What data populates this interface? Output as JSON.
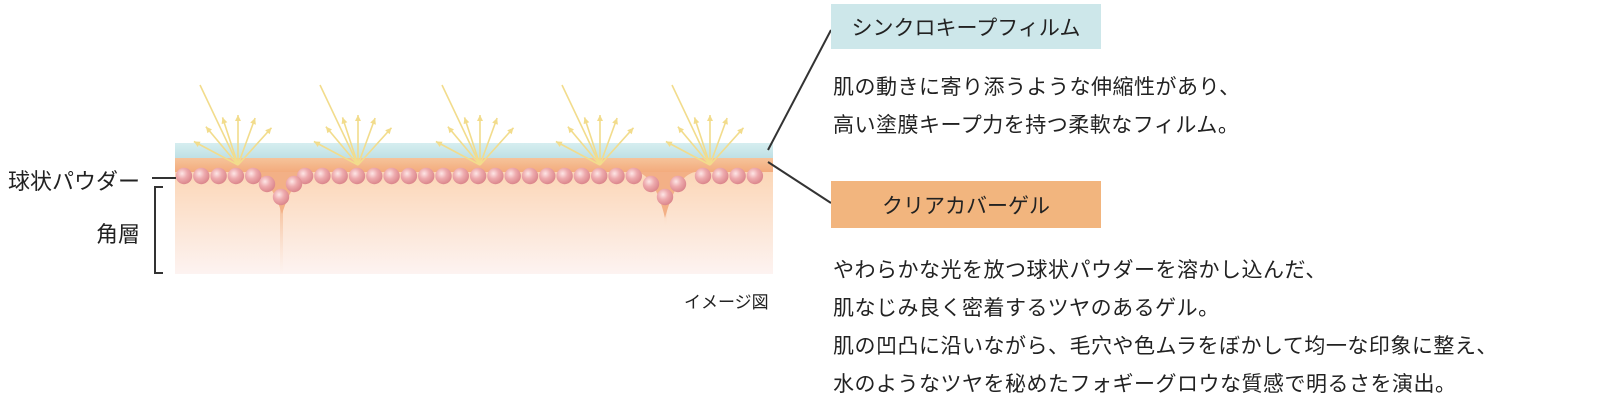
{
  "labels": {
    "powder": "球状パウダー",
    "horny_layer": "角層",
    "image_caption": "イメージ図"
  },
  "film": {
    "title": "シンクロキープフィルム",
    "box_color": "#cde7ea",
    "description": [
      "肌の動きに寄り添うような伸縮性があり、",
      "高い塗膜キープ力を持つ柔軟なフィルム。"
    ]
  },
  "gel": {
    "title": "クリアカバーゲル",
    "box_color": "#f2b57e",
    "description": [
      "やわらかな光を放つ球状パウダーを溶かし込んだ、",
      "肌なじみ良く密着するツヤのあるゲル。",
      "肌の凹凸に沿いながら、毛穴や色ムラをぼかして均一な印象に整え、",
      "水のようなツヤを秘めたフォギーグロウな質感で明るさを演出。"
    ]
  },
  "colors": {
    "film_layer": "#c9e6ea",
    "gel_layer": "#f4b98b",
    "skin_top": "#fbd8b8",
    "skin_bottom": "#fdf1ee",
    "sphere": "#e8a0a3",
    "light_rays": "#f2dc8c"
  }
}
